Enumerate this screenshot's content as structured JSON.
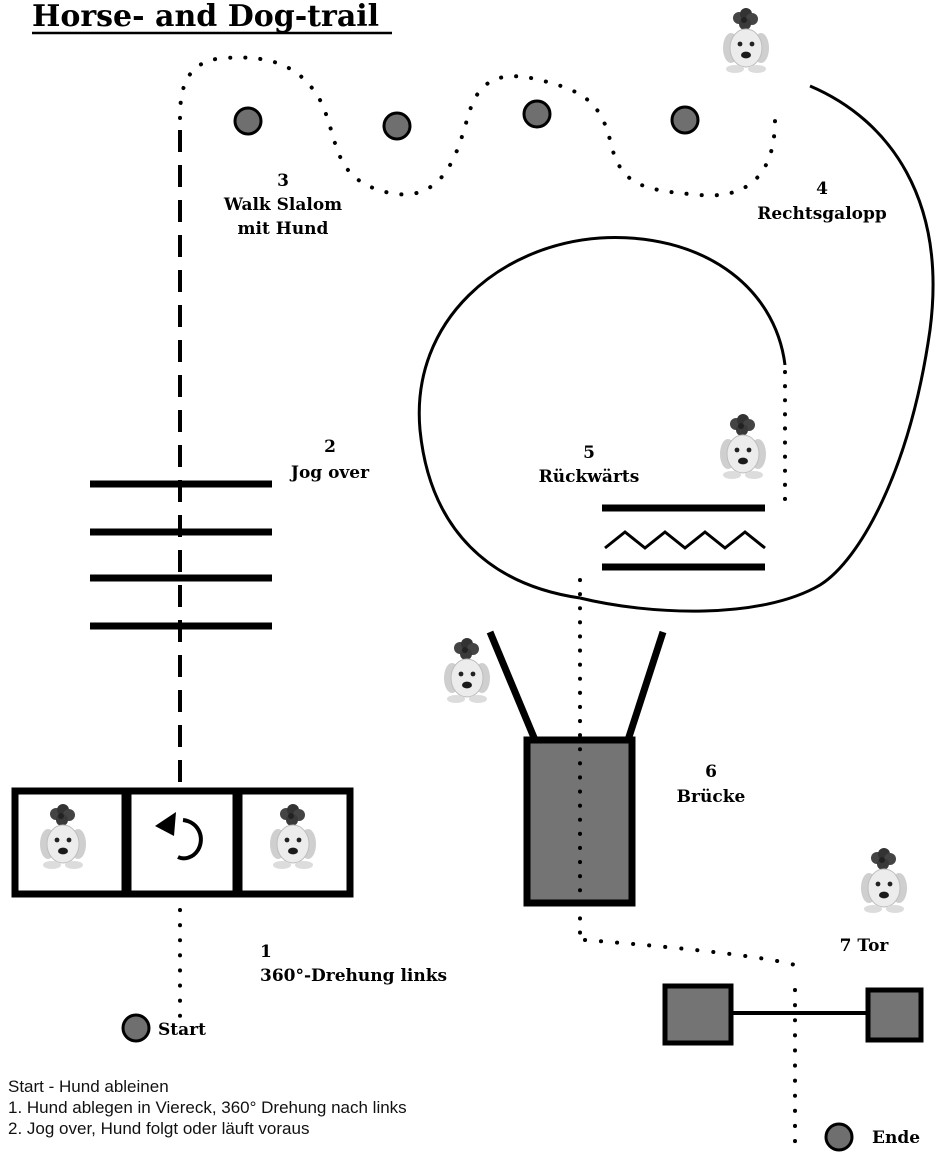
{
  "title": "Horse- and Dog-trail",
  "stations": {
    "s1_num": "1",
    "s1_name": "360°-Drehung links",
    "s2_num": "2",
    "s2_name": "Jog over",
    "s3_num": "3",
    "s3_line1": "Walk Slalom",
    "s3_line2": "mit Hund",
    "s4_num": "4",
    "s4_name": "Rechtsgalopp",
    "s5_num": "5",
    "s5_name": "Rückwärts",
    "s6_num": "6",
    "s6_name": "Brücke",
    "s7_name": "7 Tor"
  },
  "markers": {
    "start": "Start",
    "end": "Ende"
  },
  "notes": [
    "Start - Hund ableinen",
    "1. Hund ablegen in Viereck, 360° Drehung nach links",
    "2. Jog over, Hund folgt oder läuft voraus"
  ],
  "colors": {
    "marker_fill": "#6f6f6f",
    "box_fill": "#747474",
    "line": "#000000"
  },
  "icons": [
    "dog-icon",
    "rotate-left-icon"
  ]
}
